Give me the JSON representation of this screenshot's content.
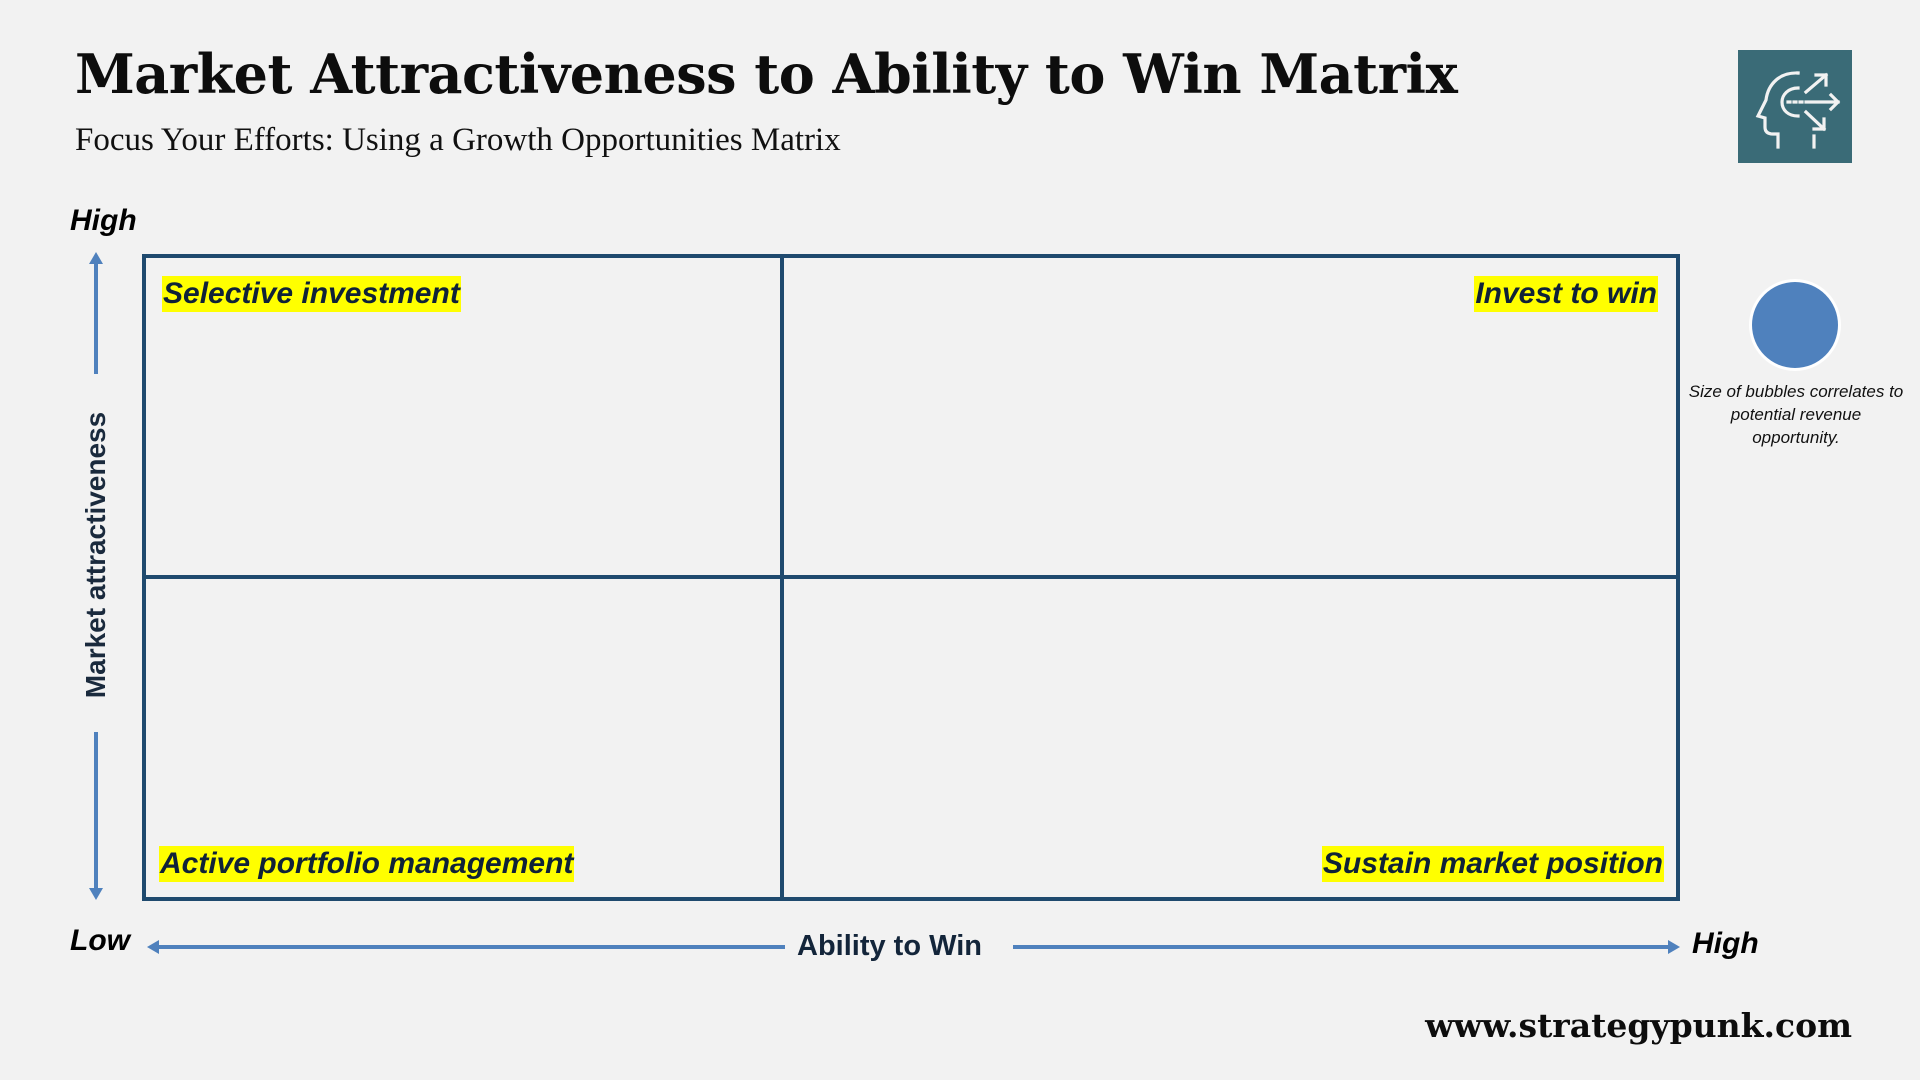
{
  "header": {
    "title": "Market Attractiveness to Ability to Win Matrix",
    "subtitle": "Focus Your Efforts: Using a Growth Opportunities Matrix",
    "logo_icon": "head-with-arrows-icon",
    "logo_color": "#3a6b77"
  },
  "y_axis": {
    "label": "Market attractiveness",
    "high_label": "High",
    "low_label": "Low",
    "arrow_color": "#4f81bd"
  },
  "x_axis": {
    "label": "Ability to Win",
    "low_label": "Low",
    "high_label": "High",
    "arrow_color": "#4f81bd"
  },
  "matrix": {
    "border_color": "#1f4a6e",
    "highlight_color": "#ffff00",
    "quadrants": [
      {
        "position": "top-left",
        "label": "Selective investment"
      },
      {
        "position": "top-right",
        "label": "Invest to win"
      },
      {
        "position": "bottom-left",
        "label": "Active portfolio management"
      },
      {
        "position": "bottom-right",
        "label": "Sustain market position"
      }
    ]
  },
  "legend": {
    "bubble_color": "#4f81bd",
    "text": "Size of bubbles correlates to potential revenue opportunity."
  },
  "footer": {
    "url": "www.strategypunk.com"
  }
}
